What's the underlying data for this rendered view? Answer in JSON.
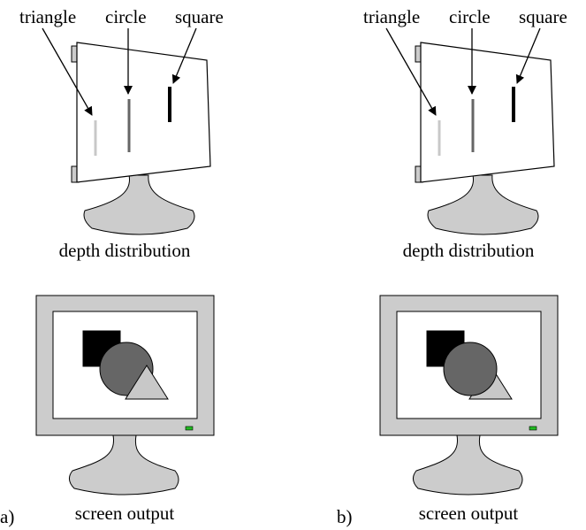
{
  "panels": [
    {
      "id": "a",
      "panel_label": "a)",
      "top_labels": {
        "triangle": "triangle",
        "circle": "circle",
        "square": "square"
      },
      "depth_caption": "depth distribution",
      "screen_caption": "screen output",
      "occlusion_order": [
        "square",
        "circle",
        "triangle"
      ]
    },
    {
      "id": "b",
      "panel_label": "b)",
      "top_labels": {
        "triangle": "triangle",
        "circle": "circle",
        "square": "square"
      },
      "depth_caption": "depth distribution",
      "screen_caption": "screen output",
      "occlusion_order": [
        "square",
        "triangle",
        "circle"
      ]
    }
  ],
  "colors": {
    "square": "#000000",
    "circle": "#666666",
    "triangle": "#c8c8c8",
    "monitor_frame": "#cccccc",
    "stand": "#cccccc",
    "power_led": "#22bb22"
  }
}
